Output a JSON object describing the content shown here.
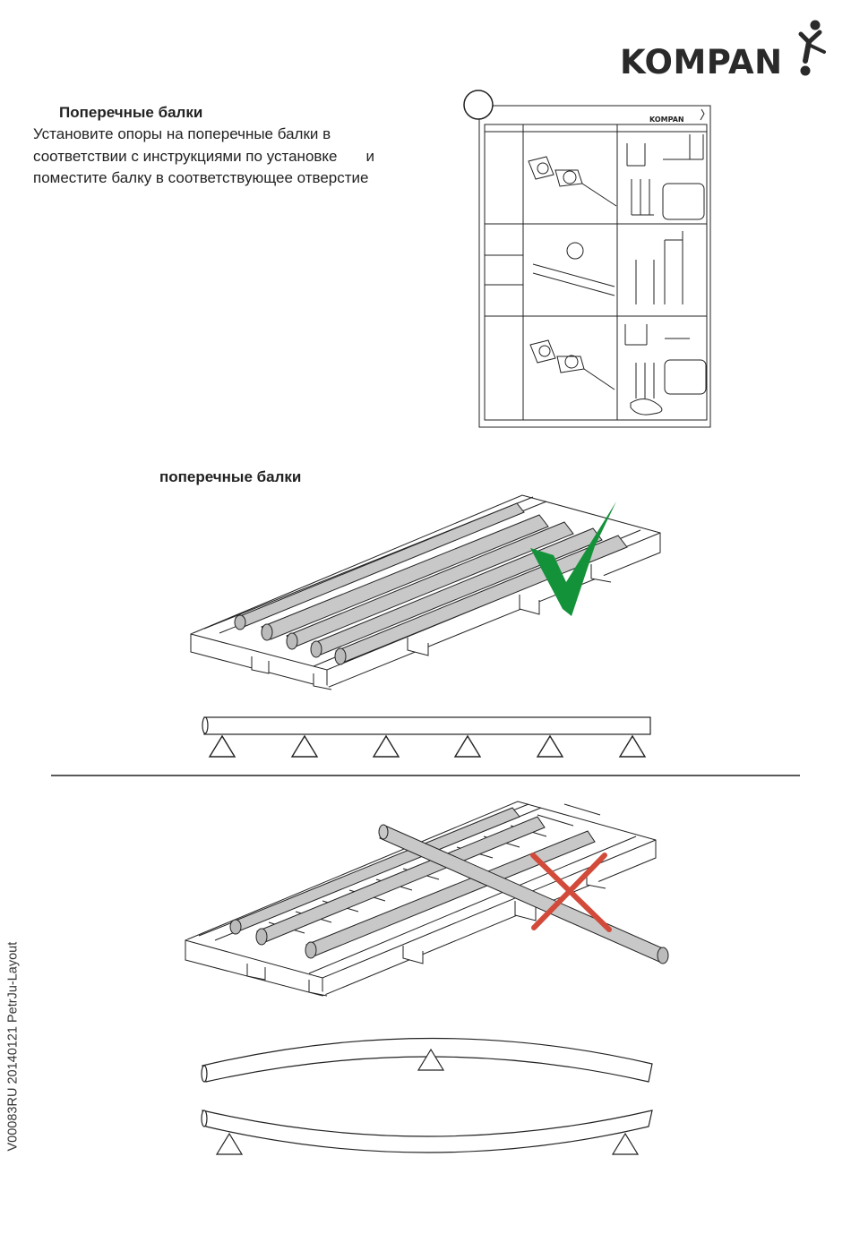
{
  "brand": {
    "name": "KOMPAN"
  },
  "instructions": {
    "title": "Поперечные балки",
    "lines": [
      "Установите опоры на поперечные балки в",
      "соответствии с инструкциями по установке",
      "и",
      "поместите балку в соответствующее отверстие"
    ]
  },
  "caption": "поперечные балки",
  "document_id": "V00083RU  20140121  PetrJu-Layout",
  "colors": {
    "ok": "#14923a",
    "wrong": "#d24a3a",
    "line": "#222222",
    "beam": "#c8c8c8"
  },
  "icons": {
    "correct": "checkmark-icon",
    "incorrect": "cross-icon",
    "support": "triangle-icon"
  }
}
